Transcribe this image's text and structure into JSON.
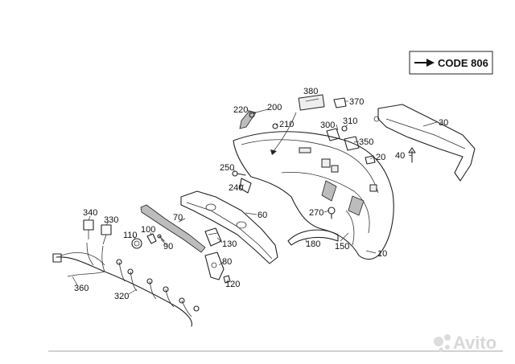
{
  "code_box": {
    "label": "CODE 806"
  },
  "labels": {
    "p10": "10",
    "p20": "20",
    "p30": "30",
    "p40": "40",
    "p60": "60",
    "p70": "70",
    "p80": "80",
    "p90": "90",
    "p100": "100",
    "p110": "110",
    "p120": "120",
    "p130": "130",
    "p150": "150",
    "p180": "180",
    "p200": "200",
    "p210": "210",
    "p220": "220",
    "p240": "240",
    "p250": "250",
    "p270": "270",
    "p300": "300",
    "p310": "310",
    "p320": "320",
    "p330": "330",
    "p340": "340",
    "p350": "350",
    "p360": "360",
    "p370": "370",
    "p380": "380"
  },
  "watermark": {
    "text": "Avito",
    "icon": "avito-logo-icon"
  }
}
